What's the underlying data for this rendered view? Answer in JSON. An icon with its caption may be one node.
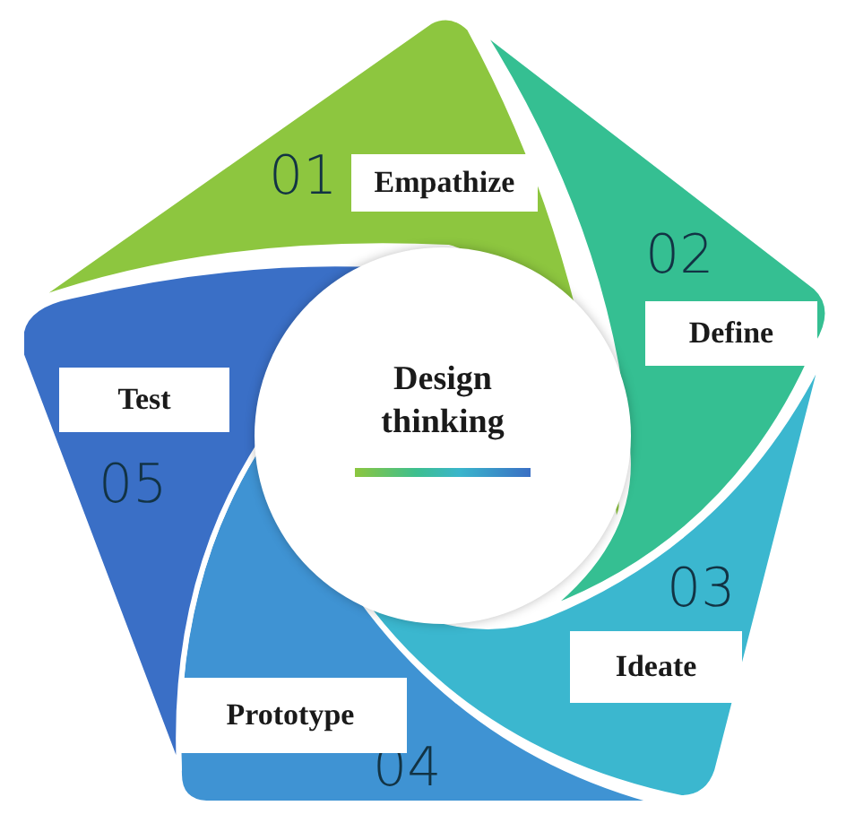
{
  "diagram": {
    "nodes": [
      {
        "text": [
          "01",
          "Empathize"
        ]
      },
      {
        "text": [
          "02",
          "Define"
        ]
      },
      {
        "text": [
          "03",
          "Ideate"
        ]
      },
      {
        "text": [
          "04",
          "Prototype"
        ]
      },
      {
        "text": [
          "Test",
          "05"
        ]
      },
      {
        "text": [
          "Design thinking"
        ]
      }
    ]
  }
}
